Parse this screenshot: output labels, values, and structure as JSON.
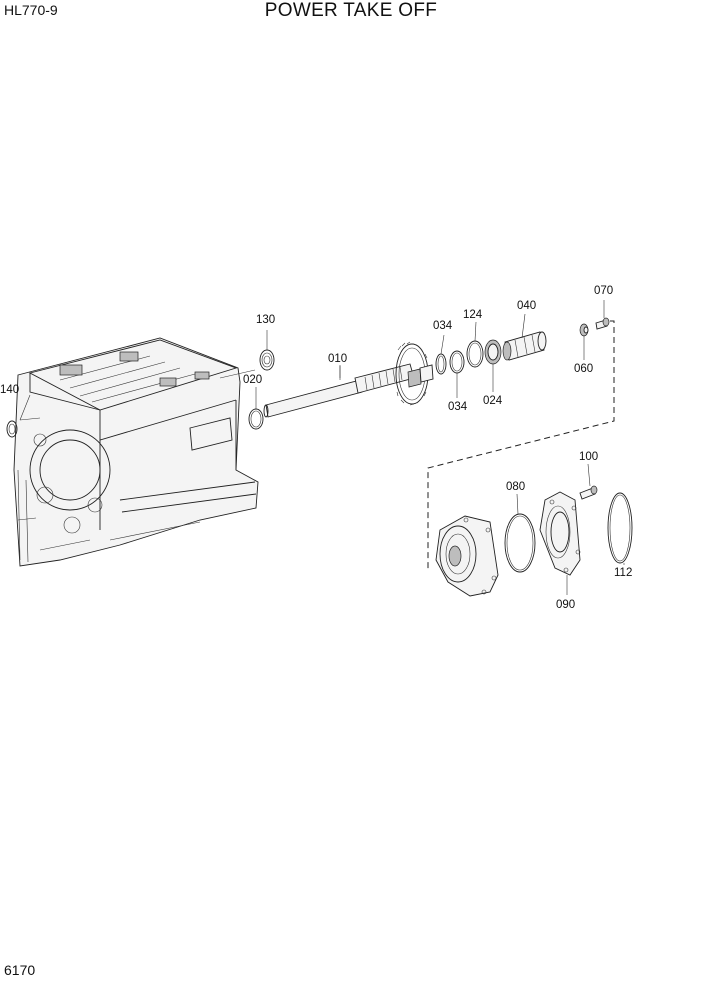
{
  "header": {
    "model": "HL770-9",
    "title": "POWER TAKE OFF"
  },
  "footer": {
    "page_number": "6170"
  },
  "callouts": {
    "p010": "010",
    "p020": "020",
    "p024": "024",
    "p034a": "034",
    "p034b": "034",
    "p040": "040",
    "p060": "060",
    "p070": "070",
    "p080": "080",
    "p090": "090",
    "p100": "100",
    "p112": "112",
    "p124": "124",
    "p130": "130",
    "p140": "140"
  }
}
